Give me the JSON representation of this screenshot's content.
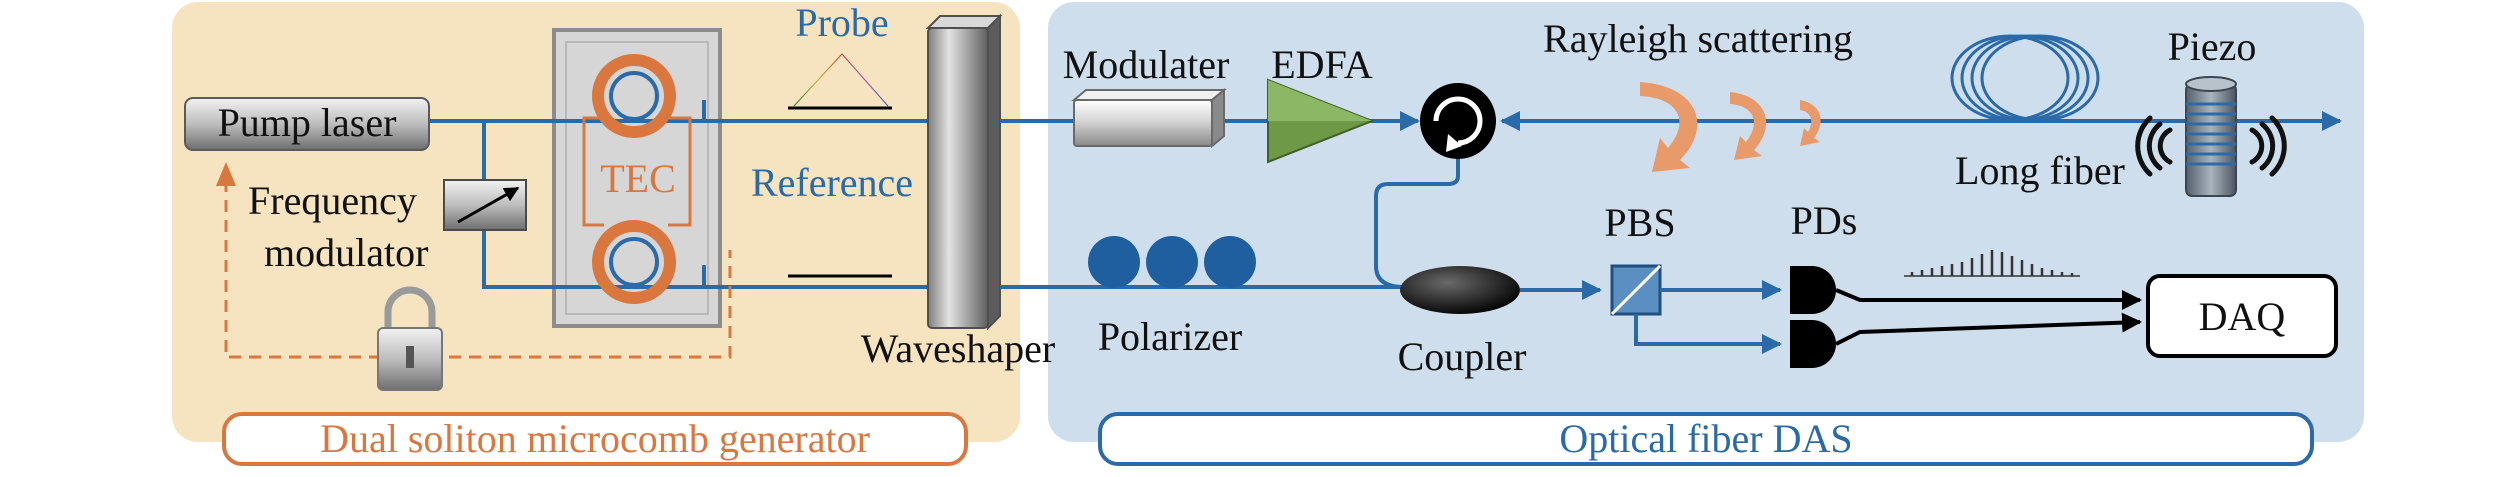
{
  "left_panel": {
    "title": "Dual soliton microcomb generator",
    "pump_laser": "Pump laser",
    "frequency_modulator_line1": "Frequency",
    "frequency_modulator_line2": "modulator",
    "tec": "TEC",
    "probe": "Probe",
    "reference": "Reference",
    "waveshaper": "Waveshaper"
  },
  "right_panel": {
    "title": "Optical fiber DAS",
    "modulater": "Modulater",
    "edfa": "EDFA",
    "rayleigh_scattering": "Rayleigh scattering",
    "long_fiber": "Long fiber",
    "piezo": "Piezo",
    "polarizer": "Polarizer",
    "coupler": "Coupler",
    "pbs": "PBS",
    "pds": "PDs",
    "daq": "DAQ"
  },
  "colors": {
    "left_panel_bg": "#f6e3c0",
    "right_panel_bg": "#cfdeec",
    "fiber_blue": "#2a6aa8",
    "accent_orange": "#d9773f",
    "edfa_green": "#6e9a47"
  }
}
